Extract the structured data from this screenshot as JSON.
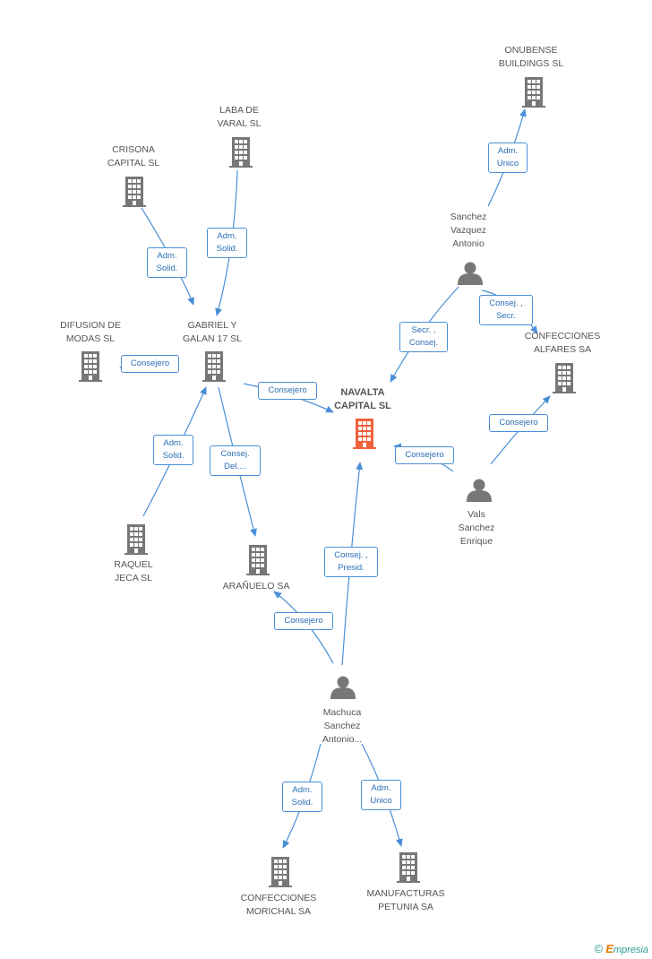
{
  "colors": {
    "edge": "#4a8fd6",
    "node": "#777777",
    "main_node": "#f0623a"
  },
  "nodes": {
    "onubense": "ONUBENSE\nBUILDINGS SL",
    "laba": "LABA DE\nVARAL SL",
    "crisona": "CRISONA\nCAPITAL SL",
    "sanchez_vazquez": "Sanchez\nVazquez\nAntonio",
    "difusion": "DIFUSION DE\nMODAS SL",
    "gabriel": "GABRIEL Y\nGALAN 17 SL",
    "navalta": "NAVALTA\nCAPITAL SL",
    "confecciones_alfares": "CONFECCIONES\nALFARES SA",
    "vals": "Vals\nSanchez\nEnrique",
    "raquel": "RAQUEL\nJECA SL",
    "aranuelo": "ARAÑUELO SA",
    "machuca": "Machuca\nSanchez\nAntonio...",
    "confecciones_morichal": "CONFECCIONES\nMORICHAL SA",
    "manufacturas": "MANUFACTURAS\nPETUNIA SA"
  },
  "edges": {
    "sv_onubense": "Adm.\nUnico",
    "crisona_gabriel": "Adm.\nSolid.",
    "laba_gabriel": "Adm.\nSolid.",
    "sv_navalta": "Secr. ,\nConsej.",
    "sv_alfares": "Consej. ,\nSecr.",
    "gabriel_difusion": "Consejero",
    "gabriel_navalta": "Consejero",
    "vals_alfares": "Consejero",
    "vals_navalta": "Consejero",
    "raquel_gabriel": "Adm.\nSolid.",
    "gabriel_aranuelo": "Consej.\nDel....",
    "machuca_navalta": "Consej. ,\nPresid.",
    "machuca_aranuelo": "Consejero",
    "machuca_morichal": "Adm.\nSolid.",
    "machuca_manufacturas": "Adm.\nUnico"
  },
  "brand": {
    "copyright": "©",
    "name_first": "E",
    "name_rest": "mpresia"
  }
}
